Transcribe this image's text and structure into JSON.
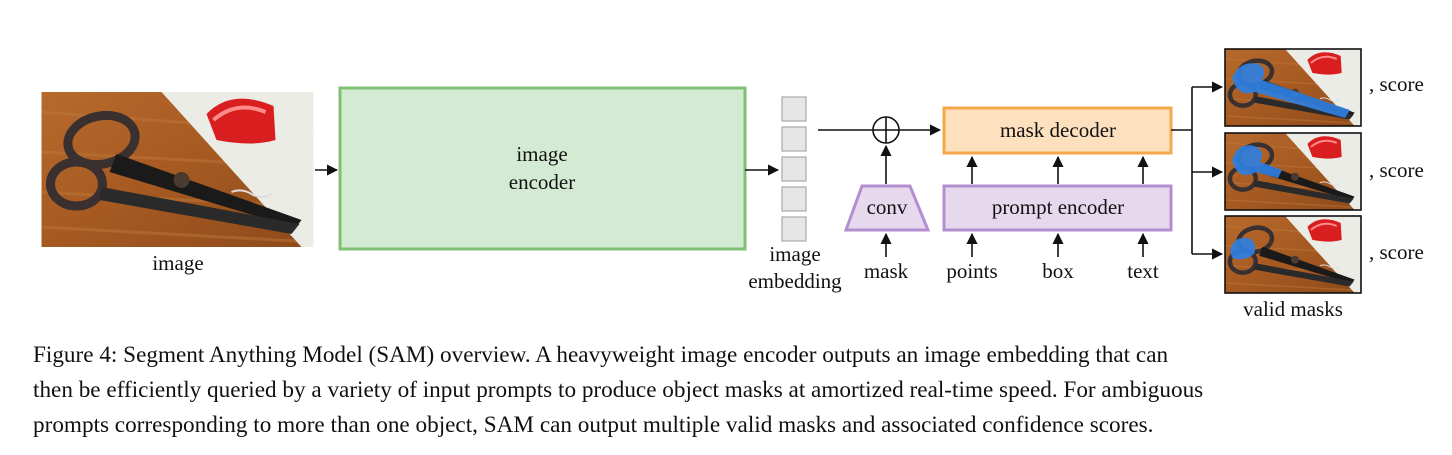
{
  "diagram": {
    "image_label": "image",
    "encoder_label_line1": "image",
    "encoder_label_line2": "encoder",
    "embedding_label_line1": "image",
    "embedding_label_line2": "embedding",
    "conv_label": "conv",
    "mask_label": "mask",
    "mask_decoder_label": "mask decoder",
    "prompt_encoder_label": "prompt encoder",
    "points_label": "points",
    "box_label": "box",
    "text_label": "text",
    "score_labels": [
      ", score",
      ", score",
      ", score"
    ],
    "valid_masks_label": "valid masks",
    "colors": {
      "encoder_fill": "#d4ebd3",
      "encoder_stroke": "#7fc075",
      "decoder_fill": "#fde0bd",
      "decoder_stroke": "#f5a84a",
      "prompt_fill": "#e6d9ee",
      "prompt_stroke": "#b48ecf",
      "embedding_fill": "#e6e6e6",
      "embedding_stroke": "#a8a8a8"
    }
  },
  "caption": {
    "line1": "Figure 4: Segment Anything Model (SAM) overview.  A heavyweight image encoder outputs an image embedding that can",
    "line2": "then be efficiently queried by a variety of input prompts to produce object masks at amortized real-time speed. For ambiguous",
    "line3": "prompts corresponding to more than one object, SAM can output multiple valid masks and associated confidence scores."
  }
}
